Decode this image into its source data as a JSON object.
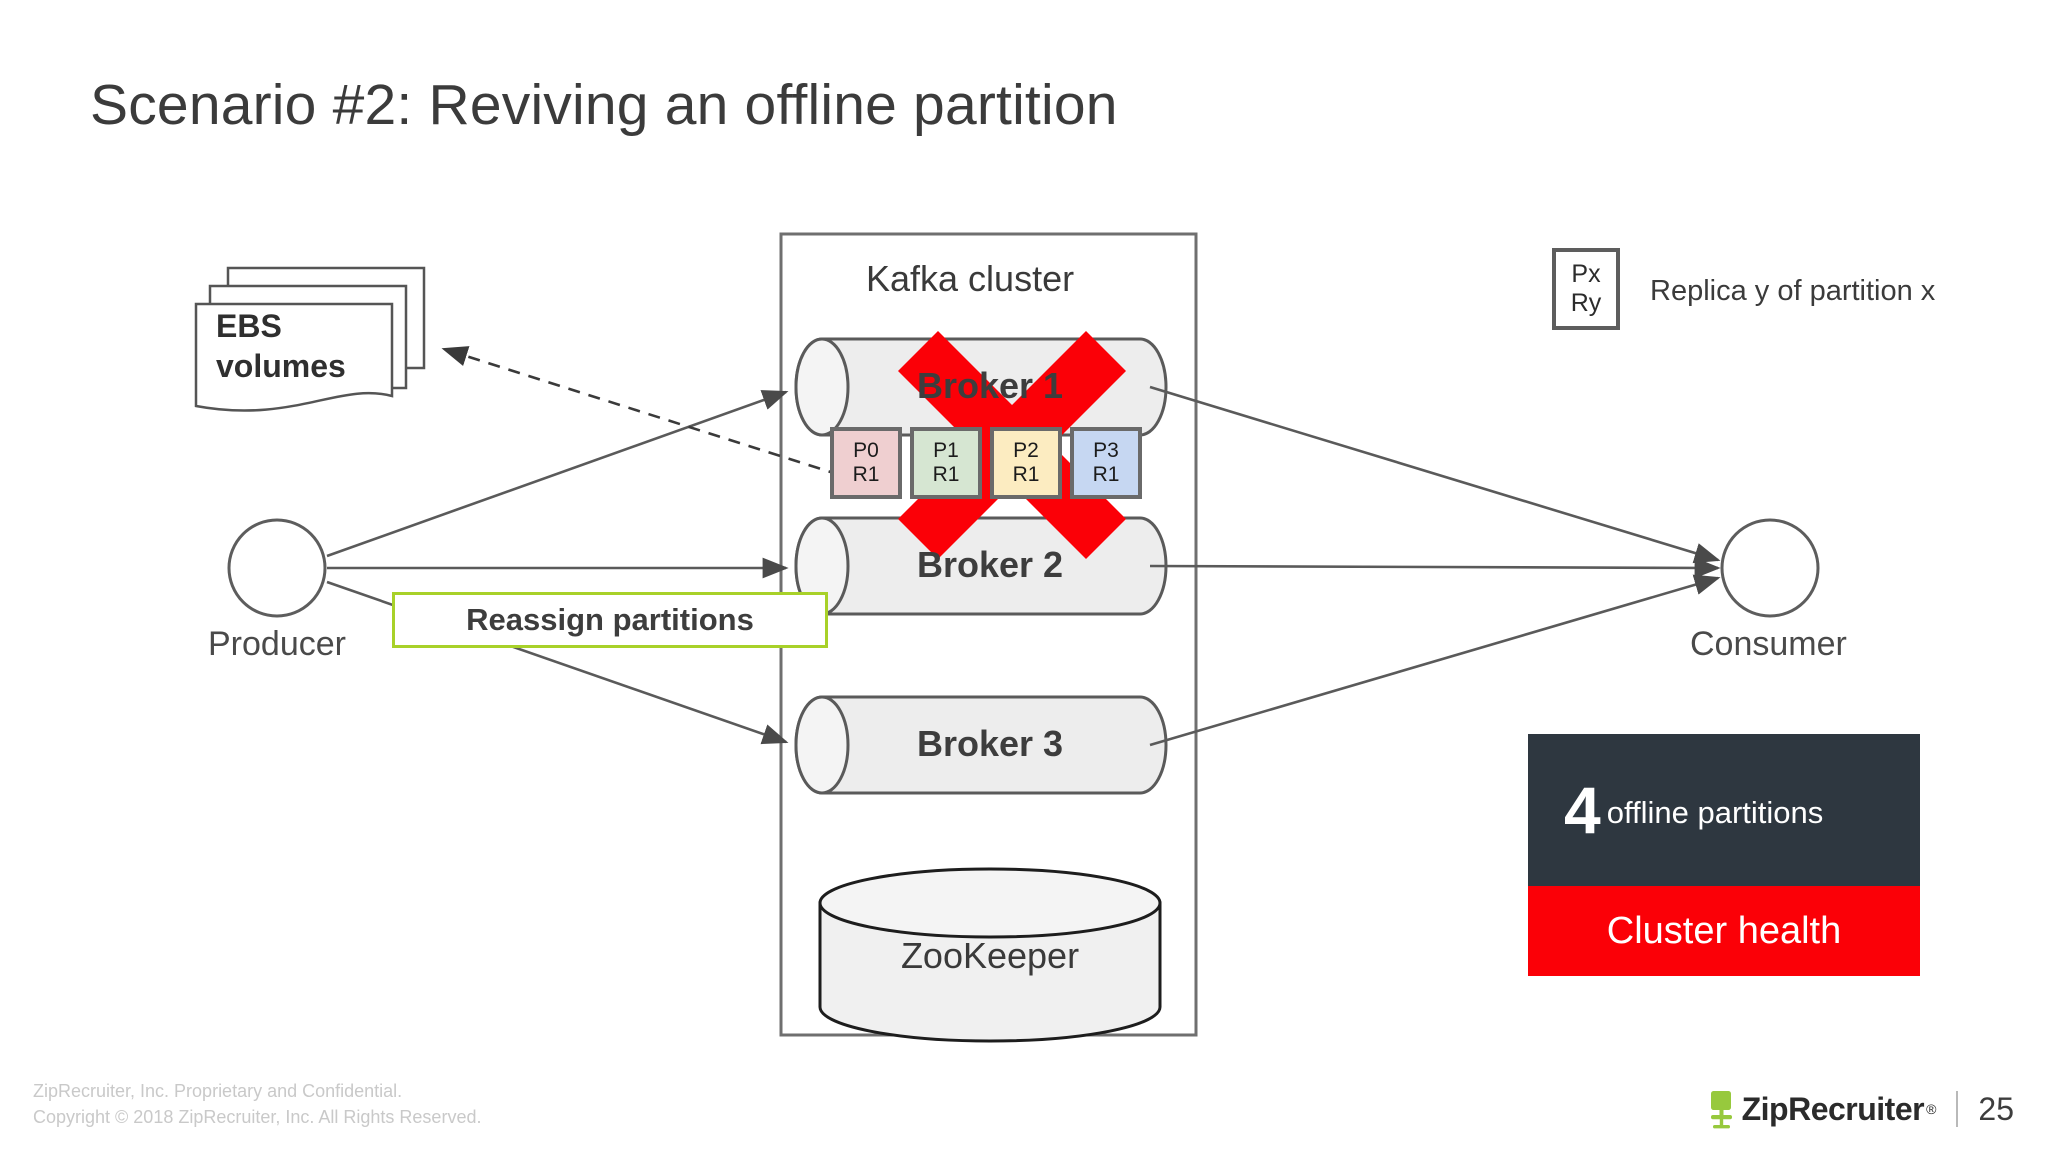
{
  "slide": {
    "title": "Scenario #2: Reviving an offline partition",
    "page_number": "25"
  },
  "cluster": {
    "label": "Kafka cluster",
    "brokers": [
      {
        "name": "Broker 1",
        "status": "offline"
      },
      {
        "name": "Broker 2",
        "status": "online"
      },
      {
        "name": "Broker 3",
        "status": "online"
      }
    ],
    "zookeeper_label": "ZooKeeper",
    "partitions": [
      {
        "partition": "P0",
        "replica": "R1",
        "color": "#efcfd0"
      },
      {
        "partition": "P1",
        "replica": "R1",
        "color": "#d6e6d2"
      },
      {
        "partition": "P2",
        "replica": "R1",
        "color": "#fcecc1"
      },
      {
        "partition": "P3",
        "replica": "R1",
        "color": "#c6d7f2"
      }
    ]
  },
  "storage": {
    "line1": "EBS",
    "line2": "volumes"
  },
  "actors": {
    "producer_label": "Producer",
    "consumer_label": "Consumer"
  },
  "callout": {
    "reassign_label": "Reassign partitions",
    "border_color": "#a8d129"
  },
  "legend": {
    "box_line1": "Px",
    "box_line2": "Ry",
    "description": "Replica y of partition x"
  },
  "health": {
    "count": "4",
    "unit": "offline partitions",
    "title": "Cluster health",
    "top_color": "#2e3740",
    "status_color": "#fb0007"
  },
  "footer": {
    "line1": "ZipRecruiter, Inc. Proprietary and Confidential.",
    "line2": "Copyright © 2018 ZipRecruiter, Inc. All Rights Reserved.",
    "brand": "ZipRecruiter",
    "registered": "®",
    "logo_color": "#97c93d"
  }
}
